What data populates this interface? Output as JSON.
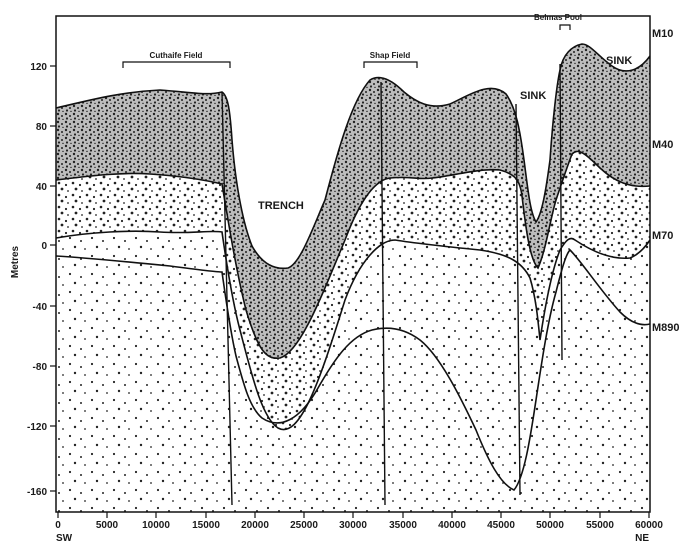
{
  "diagram": {
    "y_axis": {
      "label": "Metres",
      "ticks": [
        "120",
        "80",
        "40",
        "0",
        "-40",
        "-80",
        "-120",
        "-160"
      ]
    },
    "x_axis": {
      "ticks": [
        "0",
        "5000",
        "10000",
        "15000",
        "20000",
        "25000",
        "30000",
        "35000",
        "40000",
        "45000",
        "50000",
        "55000",
        "60000"
      ],
      "left_end": "SW",
      "right_end": "NE"
    },
    "fields": {
      "cuthaife": "Cuthaife Field",
      "shap": "Shap Field",
      "belmas": "Belmas Pool"
    },
    "features": {
      "trench": "TRENCH",
      "sink1": "SINK",
      "sink2": "SINK"
    },
    "horizons": [
      "M10",
      "M40",
      "M70",
      "M890"
    ]
  }
}
